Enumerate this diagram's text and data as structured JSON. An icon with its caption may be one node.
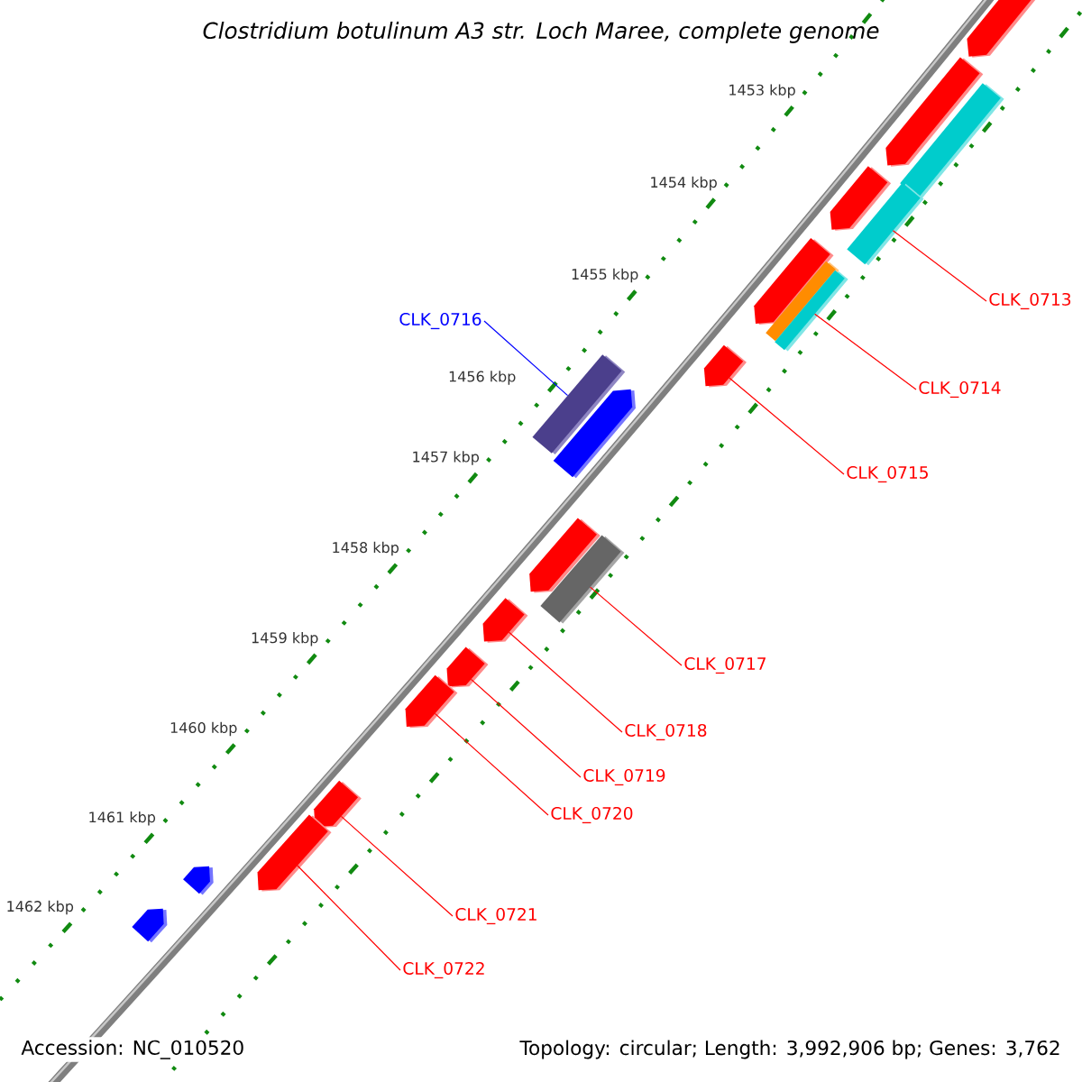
{
  "diagram": {
    "title": "Clostridium botulinum A3 str. Loch Maree, complete genome",
    "nodes": [
      {
        "text": [
          "CLK_0713"
        ]
      },
      {
        "text": [
          "CLK_0714"
        ]
      },
      {
        "text": [
          "CLK_0715"
        ]
      },
      {
        "text": [
          "CLK_0716"
        ]
      },
      {
        "text": [
          "CLK_0717"
        ]
      },
      {
        "text": [
          "CLK_0718"
        ]
      },
      {
        "text": [
          "CLK_0719"
        ]
      },
      {
        "text": [
          "CLK_0720"
        ]
      },
      {
        "text": [
          "CLK_0721"
        ]
      },
      {
        "text": [
          "CLK_0722"
        ]
      },
      {
        "text": [],
        "shape": "pentagon"
      },
      {
        "text": [],
        "shape": "pentagon"
      },
      {
        "text": [],
        "shape": "box"
      },
      {
        "text": [],
        "shape": "pentagon"
      },
      {
        "text": [],
        "shape": "box"
      },
      {
        "text": [],
        "shape": "pentagon"
      },
      {
        "text": [],
        "shape": "box"
      },
      {
        "text": [],
        "shape": "box"
      },
      {
        "text": [],
        "shape": "pentagon"
      },
      {
        "text": [],
        "shape": "box"
      },
      {
        "text": [],
        "shape": "pentagon"
      },
      {
        "text": [],
        "shape": "pentagon"
      },
      {
        "text": [],
        "shape": "box"
      },
      {
        "text": [],
        "shape": "pentagon"
      },
      {
        "text": [],
        "shape": "pentagon"
      },
      {
        "text": [],
        "shape": "pentagon"
      },
      {
        "text": [],
        "shape": "pentagon"
      },
      {
        "text": [],
        "shape": "pentagon"
      },
      {
        "text": [],
        "shape": "pentagon"
      },
      {
        "text": [],
        "shape": "pentagon"
      }
    ],
    "edges": [
      {
        "from": 0,
        "to": 14,
        "arrow": "none"
      },
      {
        "from": 1,
        "to": 17,
        "arrow": "none"
      },
      {
        "from": 2,
        "to": 18,
        "arrow": "none"
      },
      {
        "from": 3,
        "to": 19,
        "arrow": "none",
        "color": "#0000ff"
      },
      {
        "from": 4,
        "to": 22,
        "arrow": "none"
      },
      {
        "from": 5,
        "to": 23,
        "arrow": "none"
      },
      {
        "from": 6,
        "to": 24,
        "arrow": "none"
      },
      {
        "from": 7,
        "to": 25,
        "arrow": "none"
      },
      {
        "from": 8,
        "to": 26,
        "arrow": "none"
      },
      {
        "from": 9,
        "to": 27,
        "arrow": "none"
      }
    ],
    "labels": [
      "1453 kbp",
      "1454 kbp",
      "1455 kbp",
      "1456 kbp",
      "1457 kbp",
      "1458 kbp",
      "1459 kbp",
      "1460 kbp",
      "1461 kbp",
      "1462 kbp",
      "Accession: NC_010520",
      "Topology: circular; Length: 3,992,906 bp; Genes: 3,762"
    ]
  }
}
